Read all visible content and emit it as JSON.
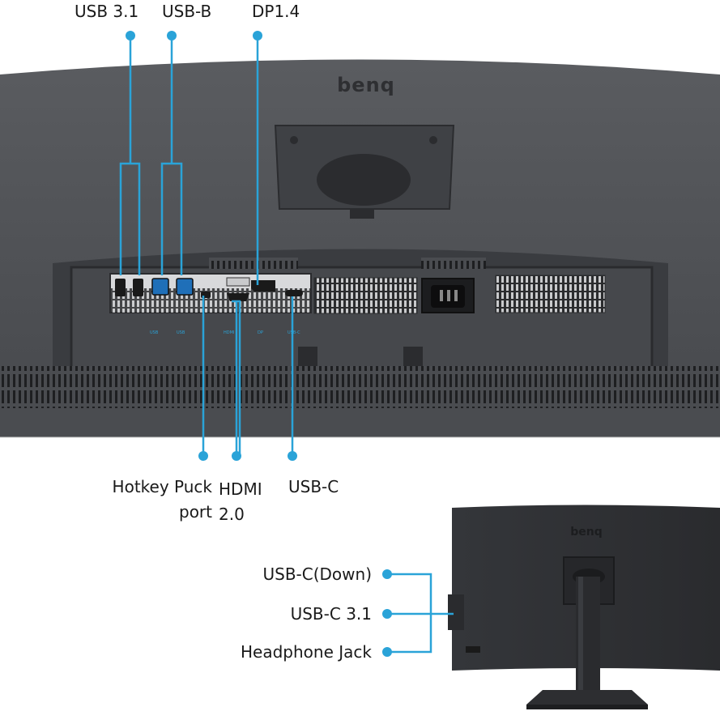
{
  "brand": "benq",
  "colors": {
    "accent": "#2aa3d8",
    "monitor_dark": "#3d3f42",
    "monitor_mid": "#4a4c50",
    "port_panel": "#d8d9db"
  },
  "top_labels": {
    "usb31": "USB 3.1",
    "usbb": "USB-B",
    "dp": "DP1.4"
  },
  "bottom_labels": {
    "hotkey_line1": "Hotkey Puck",
    "hotkey_line2": "port",
    "hdmi_line1": "HDMI",
    "hdmi_line2": "2.0",
    "usbc": "USB-C"
  },
  "side_labels": {
    "usbc_down": "USB-C(Down)",
    "usbc31": "USB-C 3.1",
    "headphone": "Headphone Jack"
  },
  "panel_tags": [
    "USB",
    "USB",
    "HDMI",
    "DP",
    "USB-C"
  ]
}
